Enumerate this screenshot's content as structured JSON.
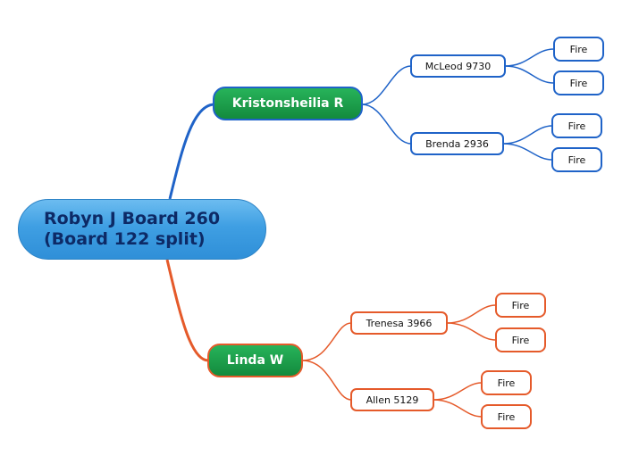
{
  "root": {
    "line1": "Robyn J Board 260",
    "line2": "(Board 122 split)"
  },
  "branches": [
    {
      "label": "Kristonsheilia R",
      "color": "#1f63c8",
      "children": [
        {
          "label": "McLeod 9730",
          "leaves": [
            "Fire",
            "Fire"
          ]
        },
        {
          "label": "Brenda 2936",
          "leaves": [
            "Fire",
            "Fire"
          ]
        }
      ]
    },
    {
      "label": "Linda W",
      "color": "#e55a2a",
      "children": [
        {
          "label": "Trenesa 3966",
          "leaves": [
            "Fire",
            "Fire"
          ]
        },
        {
          "label": "Allen 5129",
          "leaves": [
            "Fire",
            "Fire"
          ]
        }
      ]
    }
  ]
}
